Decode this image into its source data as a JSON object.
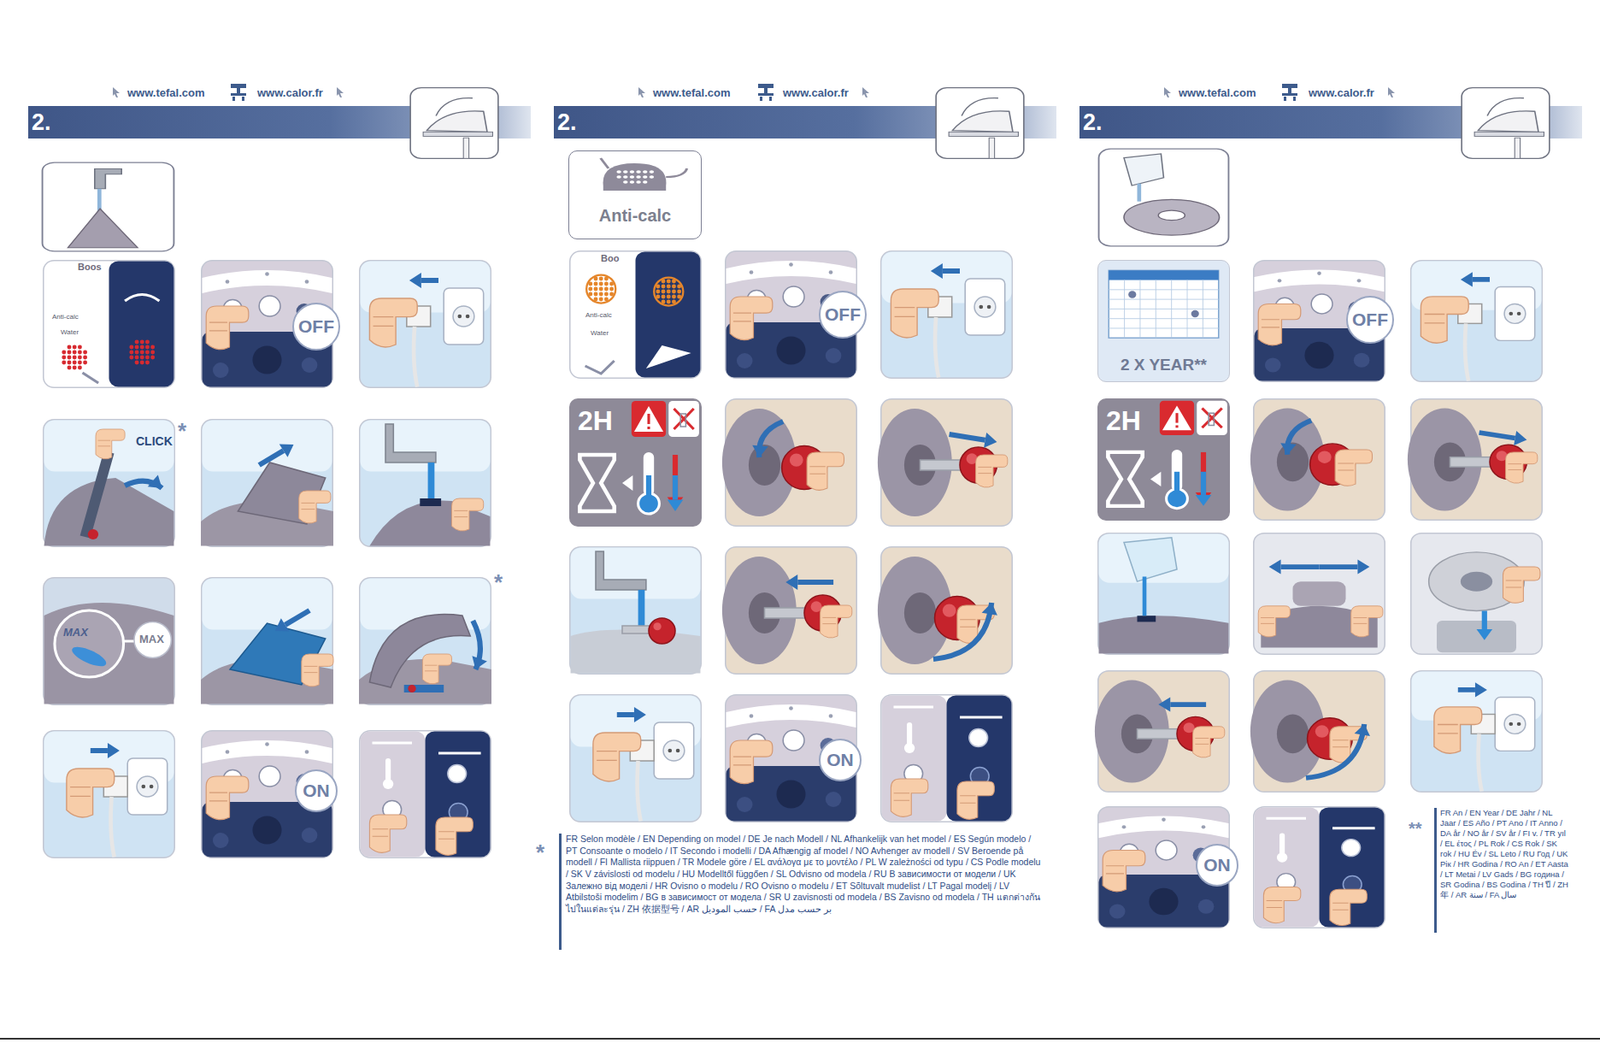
{
  "diagram": {
    "nodes": [
      {
        "text": [
          "2."
        ]
      },
      {
        "text": [
          "2."
        ]
      },
      {
        "text": [
          "2."
        ]
      },
      {
        "text": [
          "OFF"
        ]
      },
      {
        "text": [
          "ON"
        ]
      },
      {
        "text": [
          "Anti-calc"
        ]
      },
      {
        "text": [
          "OFF"
        ]
      },
      {
        "text": [
          "2H"
        ]
      },
      {
        "text": [
          "ON"
        ]
      },
      {
        "text": [
          "2 X YEAR**"
        ]
      },
      {
        "text": [
          "OFF"
        ]
      },
      {
        "text": [
          "2H"
        ]
      },
      {
        "text": [
          "ON"
        ]
      }
    ],
    "labels": [
      "www.tefal.com",
      "www.calor.fr",
      "www.tefal.com",
      "www.calor.fr",
      "www.tefal.com",
      "www.calor.fr",
      "Boos",
      "Anti-calc",
      "Water",
      "*",
      "CLICK",
      "MAX",
      "MAX",
      "*",
      "Boo",
      "Anti-calc",
      "Water",
      "*",
      "FR Selon modèle / EN Depending on model / DE Je nach Modell / NL Afhankelijk van het model / ES Según modelo / PT Consoante o modelo / IT Secondo i modelli / DA Afhængig af model / NO Avhenger av modell / SV Beroende på modell / FI Mallista riippuen / TR Modele göre / EL ανάλογα με το μοντέλο / PL W zależności od typu / CS Podle modelu / SK V závislosti od modelu / HU Modelltől függően / SL Odvisno od modela / RU В зависимости от модели / UK Залежно від моделі / HR Ovisno o modelu / RO Ovisno o modelu / ET Sõltuvalt mudelist / LT Pagal modelį / LV Atbilstoši modelim / BG в зависимост от модела / SR U zavisnosti od modela / BS Zavisno od modela / TH แตกต่างกันไปในแต่ละรุ่น / ZH 依据型号 / AR حسب الموديل / FA بر حسب مدل",
      "**",
      "FR An / EN Year / DE Jahr / NL Jaar / ES Año / PT Ano / IT Anno / DA år / NO år / SV år / FI v. / TR yıl / EL έτος / PL Rok / CS Rok / SK rok / HU Év / SL Leto / RU Год / UK Рік / HR Godina / RO An / ET Aasta / LT Metai / LV Gads / BG година / SR Godina / BS Godina / TH ปี / ZH 年 / AR سنة / FA سال"
    ]
  }
}
